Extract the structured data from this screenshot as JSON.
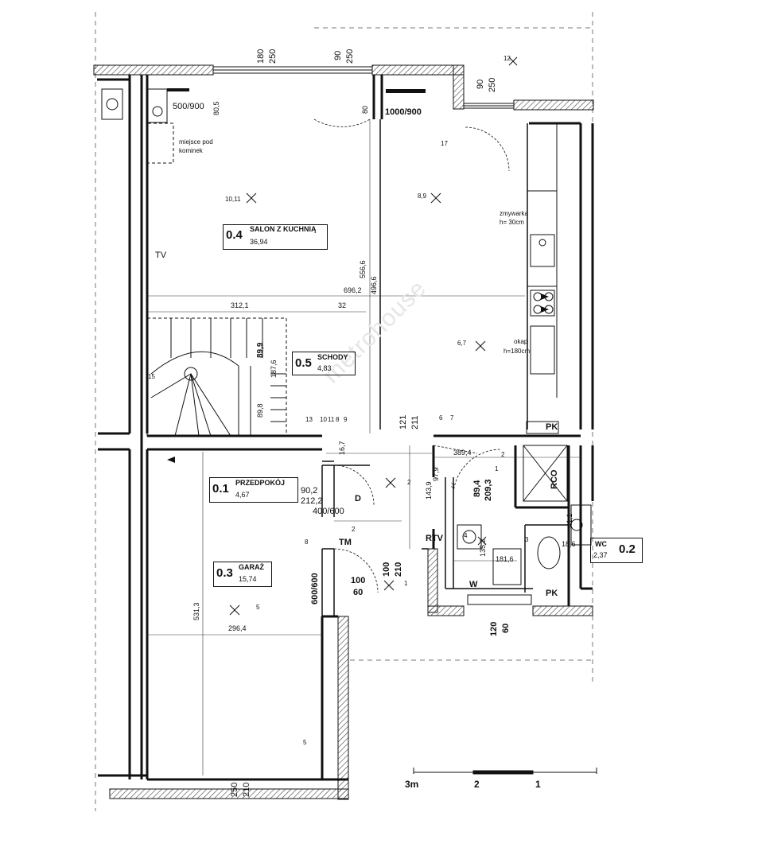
{
  "rooms": [
    {
      "number": "0.4",
      "name": "SALON Z KUCHNIĄ",
      "area": "36,94"
    },
    {
      "number": "0.5",
      "name": "SCHODY",
      "area": "4,83"
    },
    {
      "number": "0.1",
      "name": "PRZEDPOKÓJ",
      "area": "4,67"
    },
    {
      "number": "0.3",
      "name": "GARAŻ",
      "area": "15,74"
    },
    {
      "number": "0.2",
      "name": "WC",
      "area": "2,37"
    }
  ],
  "fixtures": {
    "fireplace": "miejsce pod kominek",
    "fireplace_line1": "miejsce pod",
    "fireplace_line2": "kominek",
    "tv": "TV",
    "dishwasher": "zmywarka",
    "dishwasher_h": "h= 30cm",
    "hood": "okap",
    "hood_h": "h=180cm",
    "pk_top": "PK",
    "pk_bottom": "PK",
    "rco": "RCO",
    "rtv": "RTV",
    "tm": "TM",
    "d": "D",
    "w": "W"
  },
  "windows": {
    "w1": "500/900",
    "w2": "1000/900",
    "door_entry": "400/600",
    "garage_door": "600/600"
  },
  "dimensions": {
    "top_a1": "180",
    "top_a2": "250",
    "top_b1": "90",
    "top_b2": "250",
    "top_c1": "90",
    "top_c2": "250",
    "d_80_5": "80,5",
    "d_80": "80",
    "d_556_6": "556,6",
    "d_496_6": "496,6",
    "d_696_2": "696,2",
    "d_312_1": "312,1",
    "d_32": "32",
    "d_89_9": "89,9",
    "d_187_6": "187,6",
    "d_89_8": "89,8",
    "d_121": "121",
    "d_211": "211",
    "d_389_4": "389,4",
    "d_16_7": "16,7",
    "d_90_2": "90,2",
    "d_212_2": "212,2",
    "d_143_9": "143,9",
    "d_97_9": "97,9",
    "d_89_4": "89,4",
    "d_209_3": "209,3",
    "d_135_2": "135,2",
    "d_181_6": "181,6",
    "d_41_1": "41,1",
    "d_18_6": "18,6",
    "d_100a": "100",
    "d_210a": "210",
    "d_100b": "100",
    "d_60b": "60",
    "d_531_3": "531,3",
    "d_296_4": "296,4",
    "d_120": "120",
    "d_60c": "60",
    "d_250_bot": "250",
    "d_210_bot": "210"
  },
  "markers": {
    "m12": "12",
    "m17": "17",
    "m10_11": "10,11",
    "m8_9": "8,9",
    "m6_7": "6,7",
    "m13": "13",
    "m10": "10",
    "m11": "11",
    "m8": "8",
    "m9": "9",
    "m6": "6",
    "m7": "7",
    "m2a": "2",
    "m2b": "2",
    "m2c": "2",
    "m1a": "1",
    "m1b": "1",
    "m3a": "3",
    "m3b": "3",
    "m4": "4",
    "m5a": "5",
    "m5b": "5",
    "m8b": "8",
    "m15": "15"
  },
  "scale": {
    "labels": [
      "3m",
      "2",
      "1"
    ]
  },
  "watermark": "metrohouse"
}
